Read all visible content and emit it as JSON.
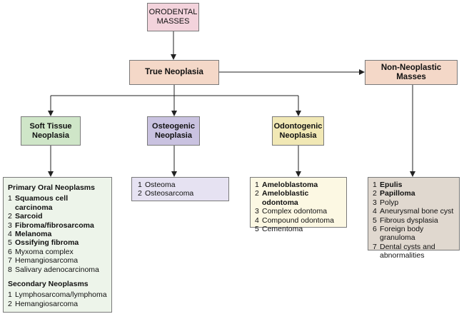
{
  "nodes": {
    "root": "ORODENTAL MASSES",
    "true_neoplasia": "True Neoplasia",
    "non_neoplastic": "Non-Neoplastic Masses",
    "soft_tissue": "Soft Tissue Neoplasia",
    "osteogenic": "Osteogenic Neoplasia",
    "odontogenic": "Odontogenic Neoplasia"
  },
  "soft_tissue_list": {
    "primary_heading": "Primary Oral Neoplasms",
    "primary": [
      {
        "n": "1",
        "t": "Squamous cell carcinoma",
        "bold": true
      },
      {
        "n": "2",
        "t": "Sarcoid",
        "bold": true
      },
      {
        "n": "3",
        "t": "Fibroma/fibrosarcoma",
        "bold": true
      },
      {
        "n": "4",
        "t": "Melanoma",
        "bold": true
      },
      {
        "n": "5",
        "t": "Ossifying fibroma",
        "bold": true
      },
      {
        "n": "6",
        "t": "Myxoma complex",
        "bold": false
      },
      {
        "n": "7",
        "t": "Hemangiosarcoma",
        "bold": false
      },
      {
        "n": "8",
        "t": "Salivary adenocarcinoma",
        "bold": false
      }
    ],
    "secondary_heading": "Secondary Neoplasms",
    "secondary": [
      {
        "n": "1",
        "t": "Lymphosarcoma/lymphoma",
        "bold": false
      },
      {
        "n": "2",
        "t": "Hemangiosarcoma",
        "bold": false
      }
    ]
  },
  "osteogenic_list": [
    {
      "n": "1",
      "t": "Osteoma",
      "bold": false
    },
    {
      "n": "2",
      "t": "Osteosarcoma",
      "bold": false
    }
  ],
  "odontogenic_list": [
    {
      "n": "1",
      "t": "Ameloblastoma",
      "bold": true
    },
    {
      "n": "2",
      "t": "Ameloblastic odontoma",
      "bold": true
    },
    {
      "n": "3",
      "t": "Complex odontoma",
      "bold": false
    },
    {
      "n": "4",
      "t": "Compound odontoma",
      "bold": false
    },
    {
      "n": "5",
      "t": "Cementoma",
      "bold": false
    }
  ],
  "non_neoplastic_list": [
    {
      "n": "1",
      "t": "Epulis",
      "bold": true
    },
    {
      "n": "2",
      "t": "Papilloma",
      "bold": true
    },
    {
      "n": "3",
      "t": "Polyp",
      "bold": false
    },
    {
      "n": "4",
      "t": "Aneurysmal bone cyst",
      "bold": false
    },
    {
      "n": "5",
      "t": "Fibrous dysplasia",
      "bold": false
    },
    {
      "n": "6",
      "t": "Foreign body granuloma",
      "bold": false
    },
    {
      "n": "7",
      "t": "Dental cysts and abnormalities",
      "bold": false
    }
  ],
  "colors": {
    "root": "#f3d3dc",
    "level1": "#f4d8c8",
    "soft_tissue": "#cfe6c8",
    "osteogenic": "#c9c2e0",
    "odontogenic": "#f1e8b5"
  }
}
